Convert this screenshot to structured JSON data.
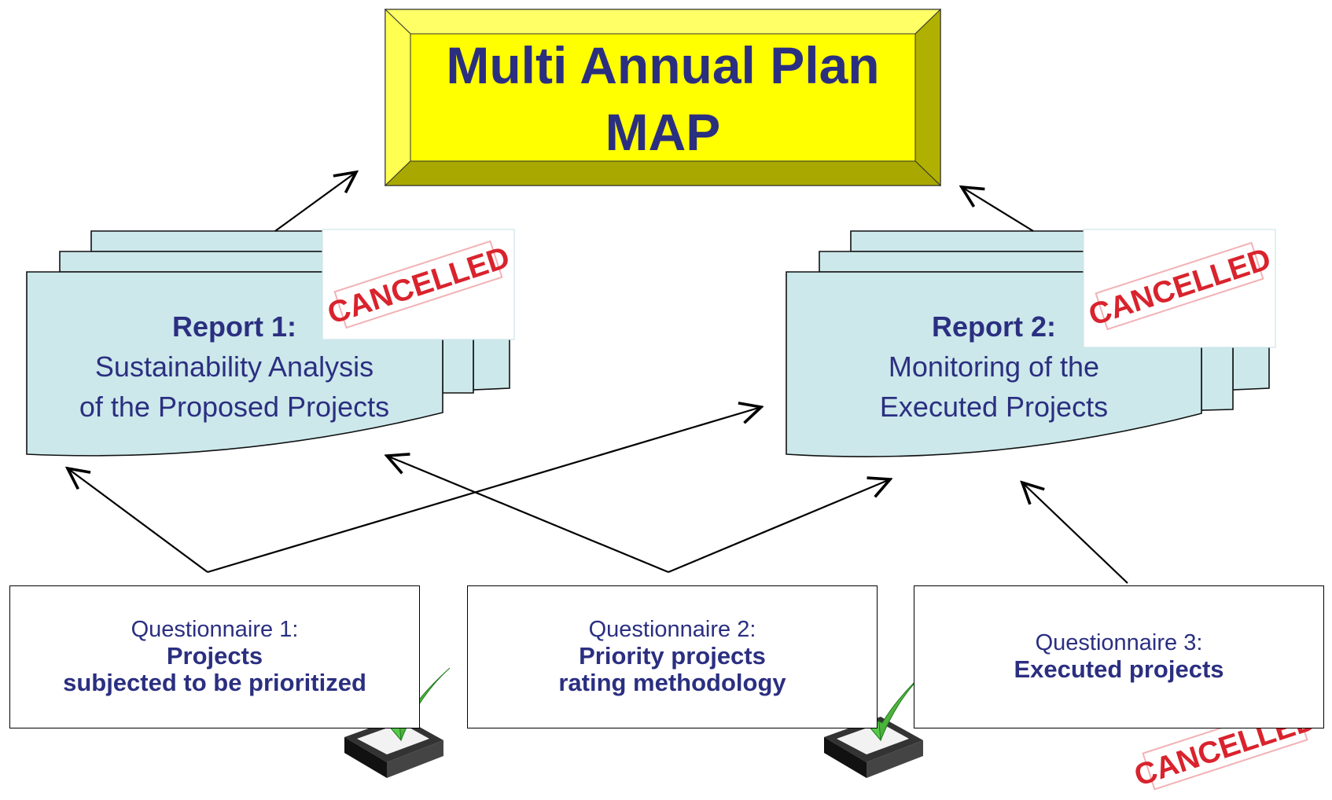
{
  "title_block": {
    "line1": "Multi Annual Plan",
    "line2": "MAP"
  },
  "reports": [
    {
      "title": "Report 1:",
      "line2": "Sustainability Analysis",
      "line3": "of the Proposed Projects",
      "stamp": "CANCELLED"
    },
    {
      "title": "Report 2:",
      "line2": "Monitoring of the",
      "line3": "Executed Projects",
      "stamp": "CANCELLED"
    }
  ],
  "questionnaires": [
    {
      "title": "Questionnaire 1:",
      "line2": "Projects",
      "line3": "subjected to be prioritized",
      "status_icon": "checkmark-icon"
    },
    {
      "title": "Questionnaire 2:",
      "line2": "Priority projects",
      "line3": "rating methodology",
      "status_icon": "checkmark-icon"
    },
    {
      "title": "Questionnaire 3:",
      "line2": "Executed projects",
      "line3": "",
      "status_icon": "cancelled-stamp"
    }
  ],
  "stamp_text": "CANCELLED",
  "colors": {
    "title_fill": "#ffff00",
    "title_text": "#2b2f80",
    "report_fill": "#cce8eb",
    "stamp_red": "#d9232d",
    "check_green": "#45b83d"
  }
}
